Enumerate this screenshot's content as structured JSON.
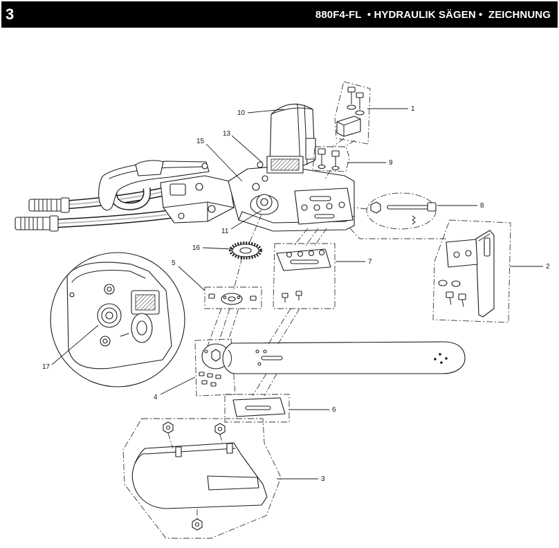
{
  "header": {
    "page_number": "3",
    "title": "880F4-FL  • HYDRAULIK SÄGEN •  ZEICHNUNG"
  },
  "callouts": {
    "p1": "1",
    "p2": "2",
    "p3": "3",
    "p4": "4",
    "p5": "5",
    "p6": "6",
    "p7": "7",
    "p8": "8",
    "p9": "9",
    "p10": "10",
    "p11": "11",
    "p13": "13",
    "p15": "15",
    "p16": "16",
    "p17": "17"
  },
  "colors": {
    "header_bg": "#000000",
    "header_text": "#ffffff",
    "line": "#1a1a1a"
  }
}
